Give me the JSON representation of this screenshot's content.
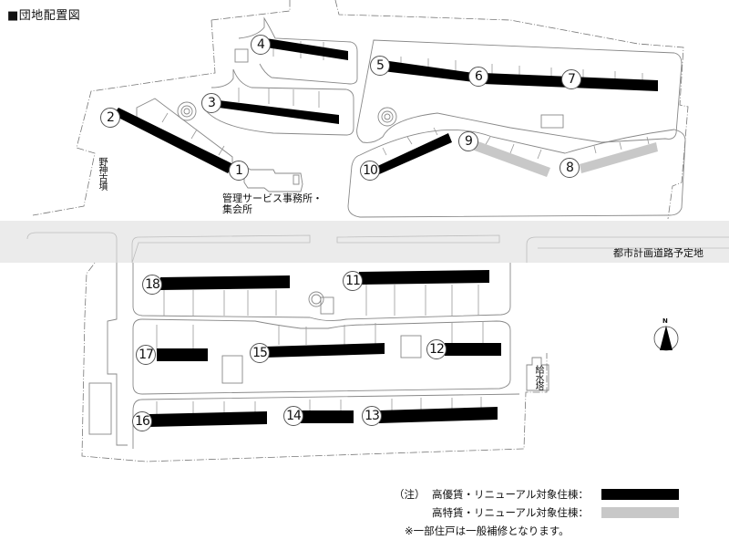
{
  "title": "■団地配置図",
  "colors": {
    "high_quality_renewal": "#000000",
    "special_renewal": "#c8c8c8",
    "road_band": "#ebebeb",
    "outline": "#8a8a8a"
  },
  "labels": {
    "management_office": "管理サービス事務所・",
    "meeting_hall": "集会所",
    "ancient_tomb": "野神古墳",
    "water_tower": "給水塔",
    "planned_road": "都市計画道路予定地",
    "north": "N"
  },
  "buildings": [
    {
      "number": "1",
      "type": "high_quality_renewal"
    },
    {
      "number": "2",
      "type": "high_quality_renewal"
    },
    {
      "number": "3",
      "type": "high_quality_renewal"
    },
    {
      "number": "4",
      "type": "high_quality_renewal"
    },
    {
      "number": "5",
      "type": "high_quality_renewal"
    },
    {
      "number": "6",
      "type": "high_quality_renewal"
    },
    {
      "number": "7",
      "type": "high_quality_renewal"
    },
    {
      "number": "8",
      "type": "special_renewal"
    },
    {
      "number": "9",
      "type": "special_renewal"
    },
    {
      "number": "10",
      "type": "high_quality_renewal"
    },
    {
      "number": "11",
      "type": "high_quality_renewal"
    },
    {
      "number": "12",
      "type": "high_quality_renewal"
    },
    {
      "number": "13",
      "type": "high_quality_renewal"
    },
    {
      "number": "14",
      "type": "high_quality_renewal"
    },
    {
      "number": "15",
      "type": "high_quality_renewal"
    },
    {
      "number": "16",
      "type": "high_quality_renewal"
    },
    {
      "number": "17",
      "type": "high_quality_renewal"
    },
    {
      "number": "18",
      "type": "high_quality_renewal"
    }
  ],
  "legend": {
    "note_head": "（注）",
    "items": [
      {
        "label": "高優賃・リニューアル対象住棟：",
        "color": "#000000"
      },
      {
        "label": "高特賃・リニューアル対象住棟：",
        "color": "#c8c8c8"
      }
    ],
    "footnote": "※一部住戸は一般補修となります。"
  }
}
